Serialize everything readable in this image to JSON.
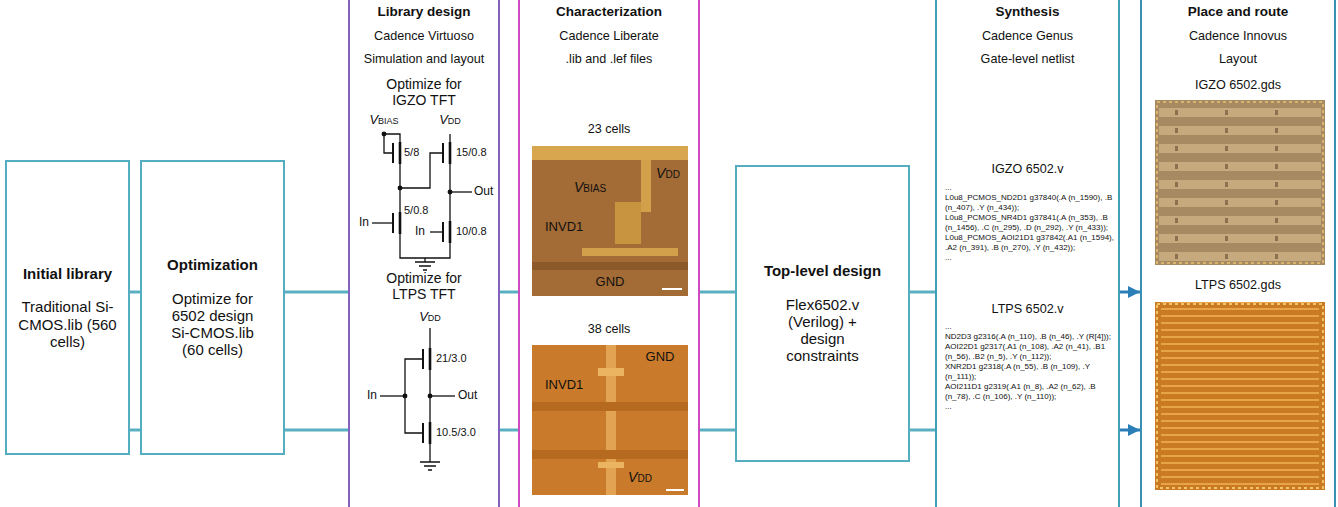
{
  "diagram": {
    "nodes": [
      {
        "text": [
          "Initial library",
          "Traditional Si-CMOS.lib (560 cells)"
        ]
      },
      {
        "text": [
          "Optimization",
          "Optimize for 6502 design Si-CMOS.lib (60 cells)"
        ]
      },
      {
        "text": [
          "Library design",
          "Cadence Virtuoso",
          "Simulation and layout",
          "Optimize for IGZO TFT",
          "Optimize for LTPS TFT"
        ]
      },
      {
        "text": [
          "Characterization",
          "Cadence Liberate",
          ".lib and .lef files",
          "23 cells",
          "38 cells"
        ]
      },
      {
        "text": [
          "Top-level design",
          "Flex6502.v (Verilog) + design constraints"
        ]
      },
      {
        "text": [
          "Synthesis",
          "Cadence Genus",
          "Gate-level netlist",
          "IGZO 6502.v",
          "LTPS 6502.v"
        ]
      },
      {
        "text": [
          "Place and route",
          "Cadence Innovus",
          "Layout",
          "IGZO 6502.gds",
          "LTPS 6502.gds"
        ]
      }
    ],
    "edges": [
      {
        "from": 0,
        "to": 1,
        "arrow": "none"
      },
      {
        "from": 0,
        "to": 1,
        "arrow": "none"
      },
      {
        "from": 1,
        "to": 2,
        "arrow": "none"
      },
      {
        "from": 1,
        "to": 2,
        "arrow": "none"
      },
      {
        "from": 2,
        "to": 3,
        "arrow": "none"
      },
      {
        "from": 2,
        "to": 3,
        "arrow": "none"
      },
      {
        "from": 3,
        "to": 4,
        "arrow": "none"
      },
      {
        "from": 3,
        "to": 4,
        "arrow": "none"
      },
      {
        "from": 4,
        "to": 5,
        "arrow": "none"
      },
      {
        "from": 4,
        "to": 5,
        "arrow": "none"
      },
      {
        "from": 5,
        "to": 6,
        "arrow": "to"
      },
      {
        "from": 5,
        "to": 6,
        "arrow": "to"
      }
    ],
    "labels": [
      "VBIAS",
      "VDD",
      "5/8",
      "15/0.8",
      "Out",
      "In",
      "5/0.8",
      "In",
      "10/0.8",
      "VDD",
      "21/3.0",
      "In",
      "Out",
      "10.5/3.0",
      "VBIAS",
      "VDD",
      "INVD1",
      "GND",
      "GND",
      "INVD1",
      "VDD",
      "...",
      "L0u8_PCMOS_ND2D1 g37840(.A (n_1590), .B (n_407), .Y (n_434));",
      "L0u8_PCMOS_NR4D1 g37841(.A (n_353), .B (n_1456), .C (n_295), .D (n_292), .Y (n_433));",
      "L0u8_PCMOS_AOI21D1 g37842(.A1 (n_1594), .A2 (n_391), .B (n_270), .Y (n_432));",
      "...",
      "...",
      "ND2D3 g2316(.A (n_110), .B (n_46), .Y (R[4]));",
      "AOI22D1 g2317(.A1 (n_108), .A2 (n_41), .B1 (n_56), .B2 (n_5), .Y (n_112));",
      "XNR2D1 g2318(.A (n_55), .B (n_109), .Y (n_111));",
      "AOI211D1 g2319(.A1 (n_8), .A2 (n_62), .B (n_78), .C (n_106), .Y (n_110));",
      "..."
    ]
  }
}
